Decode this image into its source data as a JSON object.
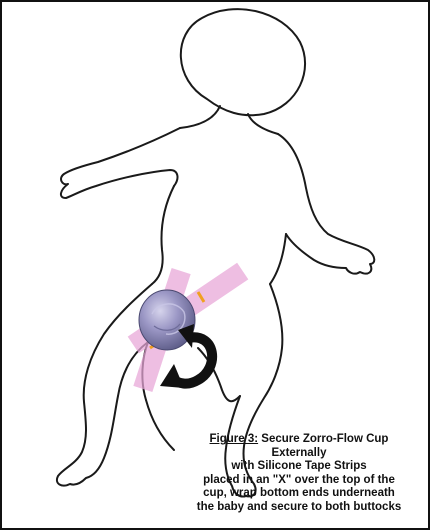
{
  "caption": {
    "figure_label": "Figure 3:",
    "title_line1": "Secure Zorro-Flow Cup",
    "title_line2": "Externally",
    "line3": "with Silicone Tape Strips",
    "line4": "placed in an \"X\" over the top of the",
    "line5": "cup, wrap bottom ends underneath",
    "line6": "the baby and secure to both buttocks"
  },
  "colors": {
    "outline": "#1a1a1a",
    "tape_strip": "#e8a6d8",
    "cup": "#8d88b8",
    "arrow": "#111111",
    "accent": "#f0a020"
  },
  "icons": {
    "baby": "baby-outline-icon",
    "cup": "zorro-flow-cup-icon",
    "arrow": "curved-rotation-arrow-icon"
  }
}
